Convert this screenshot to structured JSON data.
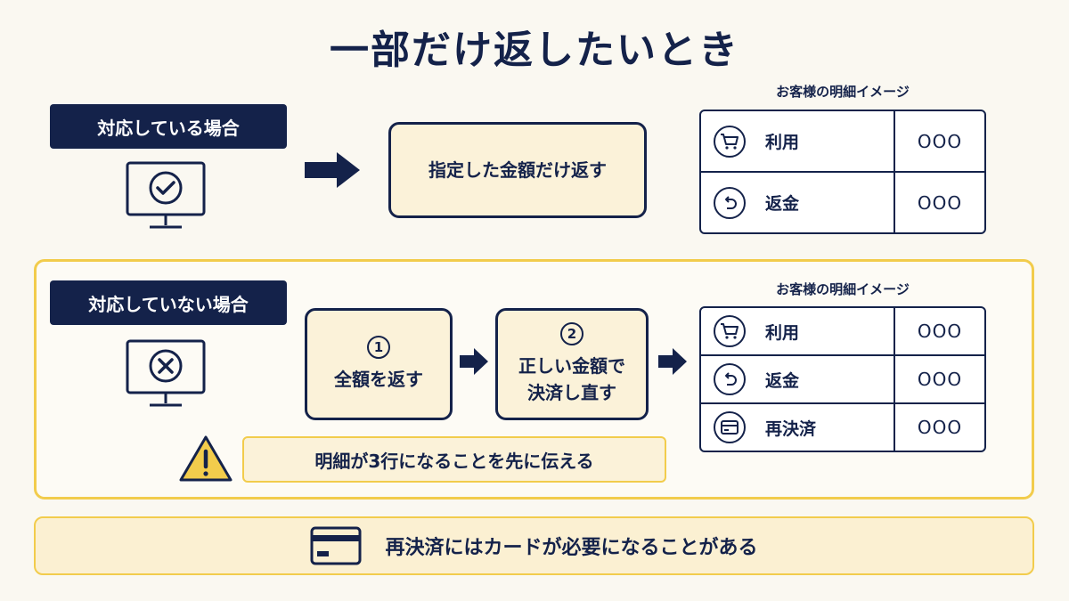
{
  "title": "一部だけ返したいとき",
  "supported": {
    "tag": "対応している場合",
    "action": "指定した金額だけ返す",
    "caption": "お客様の明細イメージ",
    "rows": [
      {
        "icon": "cart-icon",
        "label": "利用",
        "value": "OOO"
      },
      {
        "icon": "refund-arrow-icon",
        "label": "返金",
        "value": "OOO"
      }
    ]
  },
  "unsupported": {
    "tag": "対応していない場合",
    "step1": {
      "num": "1",
      "text": "全額を返す"
    },
    "step2": {
      "num": "2",
      "line1": "正しい金額で",
      "line2": "決済し直す"
    },
    "caption": "お客様の明細イメージ",
    "rows": [
      {
        "icon": "cart-icon",
        "label": "利用",
        "value": "OOO"
      },
      {
        "icon": "refund-arrow-icon",
        "label": "返金",
        "value": "OOO"
      },
      {
        "icon": "card-icon",
        "label": "再決済",
        "value": "OOO"
      }
    ],
    "note": "明細が3行になることを先に伝える"
  },
  "footer": "再決済にはカードが必要になることがある",
  "colors": {
    "navy": "#14224a",
    "beige": "#fbf2d9",
    "yellow": "#f2cc4c"
  }
}
